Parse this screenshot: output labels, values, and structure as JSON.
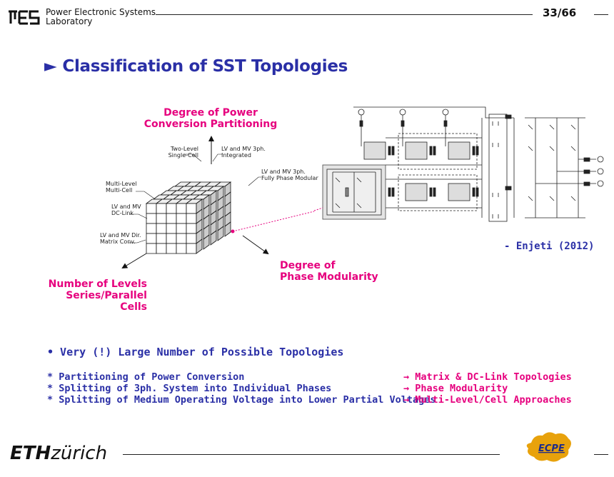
{
  "header": {
    "lab_line1": "Power Electronic Systems",
    "lab_line2": "Laboratory",
    "page": "33/66"
  },
  "slide": {
    "title": "Classification of SST Topologies",
    "title_marker": "►"
  },
  "cube_diagram": {
    "axis_top_line1": "Degree of Power",
    "axis_top_line2": "Conversion Partitioning",
    "axis_right_line1": "Degree of",
    "axis_right_line2": "Phase Modularity",
    "axis_left_line1": "Number of Levels",
    "axis_left_line2": "Series/Parallel Cells",
    "labels": {
      "two_level_1": "Two-Level",
      "two_level_2": "Single-Cell",
      "lvmv3ph_1": "LV and MV 3ph.",
      "lvmv3ph_2": "Integrated",
      "fpm_1": "LV and MV 3ph.",
      "fpm_2": "Fully Phase Modular",
      "ml_1": "Multi-Level",
      "ml_2": "Multi-Cell",
      "dc_1": "LV and MV",
      "dc_2": "DC-Link",
      "mx_1": "LV and MV Dir.",
      "mx_2": "Matrix Conv."
    }
  },
  "circuit": {
    "citation": "- Enjeti (2012)"
  },
  "body": {
    "bullet": "•  Very (!) Large Number of Possible Topologies",
    "left_items": [
      "* Partitioning of Power Conversion",
      "* Splitting of 3ph. System into Individual Phases",
      "* Splitting of Medium Operating Voltage into Lower Partial Voltages"
    ],
    "right_items": [
      "→ Matrix & DC-Link Topologies",
      "→ Phase Modularity",
      "→ Multi-Level/Cell Approaches"
    ]
  },
  "footer": {
    "eth_bold": "ETH",
    "eth_rest": "zürich",
    "ecpe": "ECPE"
  },
  "colors": {
    "title_blue": "#2a2fa6",
    "accent_magenta": "#e6007e",
    "ecpe_gold": "#e8a20c"
  }
}
